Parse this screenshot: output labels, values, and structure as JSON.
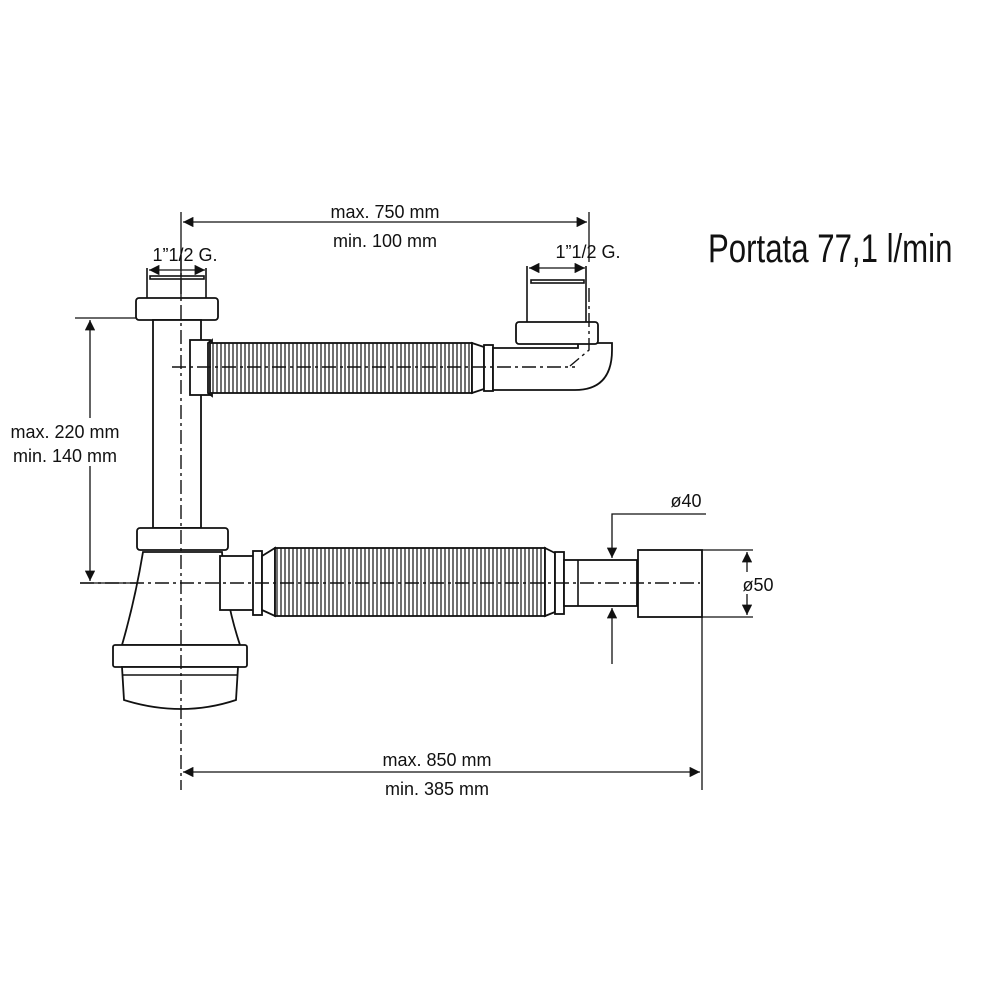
{
  "title": "Portata 77,1 l/min",
  "dimensions": {
    "top_max": "max. 750 mm",
    "top_min": "min.  100 mm",
    "left_thread": "1”1/2 G.",
    "right_thread": "1”1/2 G.",
    "height_max": "max. 220 mm",
    "height_min": "min.  140 mm",
    "diameter_small": "ø40",
    "diameter_large": "ø50",
    "bottom_max": "max. 850 mm",
    "bottom_min": "min.  385 mm"
  },
  "colors": {
    "line": "#111111",
    "background": "#ffffff"
  }
}
